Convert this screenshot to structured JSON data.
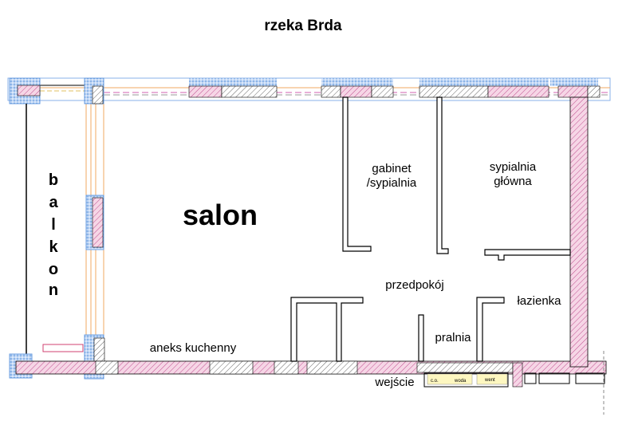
{
  "title": "rzeka Brda",
  "rooms": {
    "balcony_letters": [
      "b",
      "a",
      "l",
      "k",
      "o",
      "n"
    ],
    "salon": "salon",
    "study_line1": "gabinet",
    "study_line2": "/sypialnia",
    "bedroom_line1": "sypialnia",
    "bedroom_line2": "główna",
    "hall": "przedpokój",
    "bathroom": "łazienka",
    "laundry": "pralnia",
    "kitchen": "aneks kuchenny",
    "entrance": "wejście"
  },
  "shafts": {
    "heating": "c.o.",
    "water": "woda",
    "ventilation": "went"
  },
  "colors": {
    "wall_pink": "#e8a8c8",
    "insulation_blue": "#6a9ee0",
    "frame_orange": "#f0a860",
    "shaft_yellow": "#fdf7c0"
  }
}
